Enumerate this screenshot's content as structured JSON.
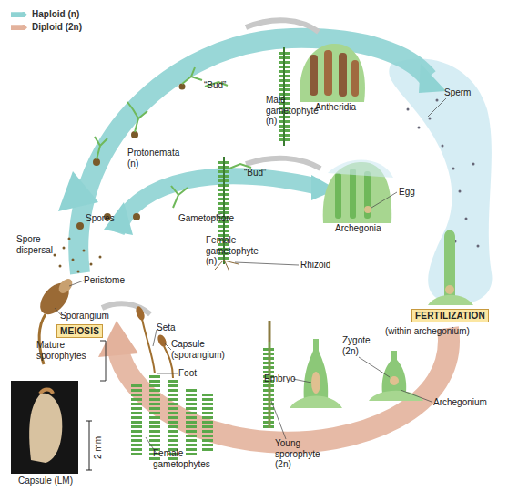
{
  "diagram": {
    "nodes": [
      {
        "text": [
          "MEIOSIS"
        ]
      },
      {
        "text": [
          "FERTILIZATION"
        ]
      }
    ],
    "labels": [
      "“Bud”",
      "Male gametophyte (n)",
      "Antheridia",
      "Sperm",
      "Protonemata (n)",
      "“Bud”",
      "Egg",
      "Spores",
      "Gametophore",
      "Archegonia",
      "Spore dispersal",
      "Female gametophyte (n)",
      "Rhizoid",
      "Peristome",
      "Sporangium",
      "Seta",
      "(within archegonium)",
      "Zygote (2n)",
      "Mature sporophytes",
      "Capsule (sporangium)",
      "Foot",
      "Embryo",
      "Archegonium",
      "Young sporophyte (2n)",
      "Female gametophytes",
      "2 mm",
      "Capsule (LM)"
    ],
    "legend": [
      {
        "text": "Haploid (n)",
        "color": "#8fd3d3"
      },
      {
        "text": "Diploid (2n)",
        "color": "#e3b29c"
      }
    ]
  }
}
